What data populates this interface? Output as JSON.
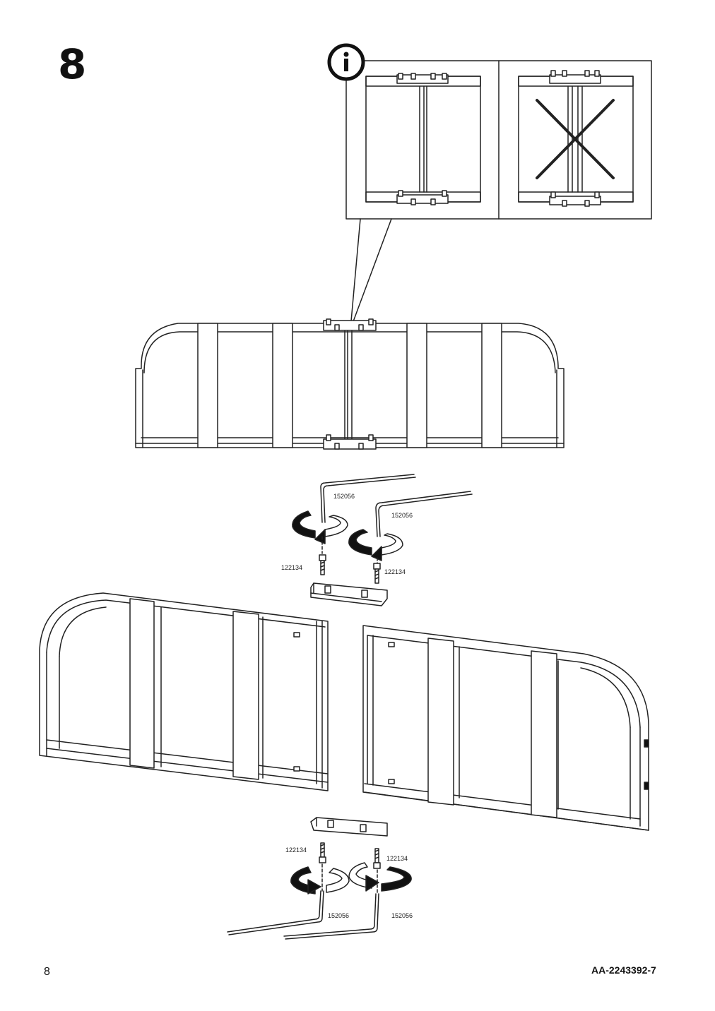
{
  "step": {
    "number": "8"
  },
  "info_icon": "info-circle-icon",
  "labels": {
    "allen_key_a": "152056",
    "allen_key_b": "152056",
    "allen_key_c": "152056",
    "allen_key_d": "152056",
    "bolt_a": "122134",
    "bolt_b": "122134",
    "bolt_c": "122134",
    "bolt_d": "122134"
  },
  "footer": {
    "page_number": "8",
    "document_code": "AA-2243392-7"
  }
}
